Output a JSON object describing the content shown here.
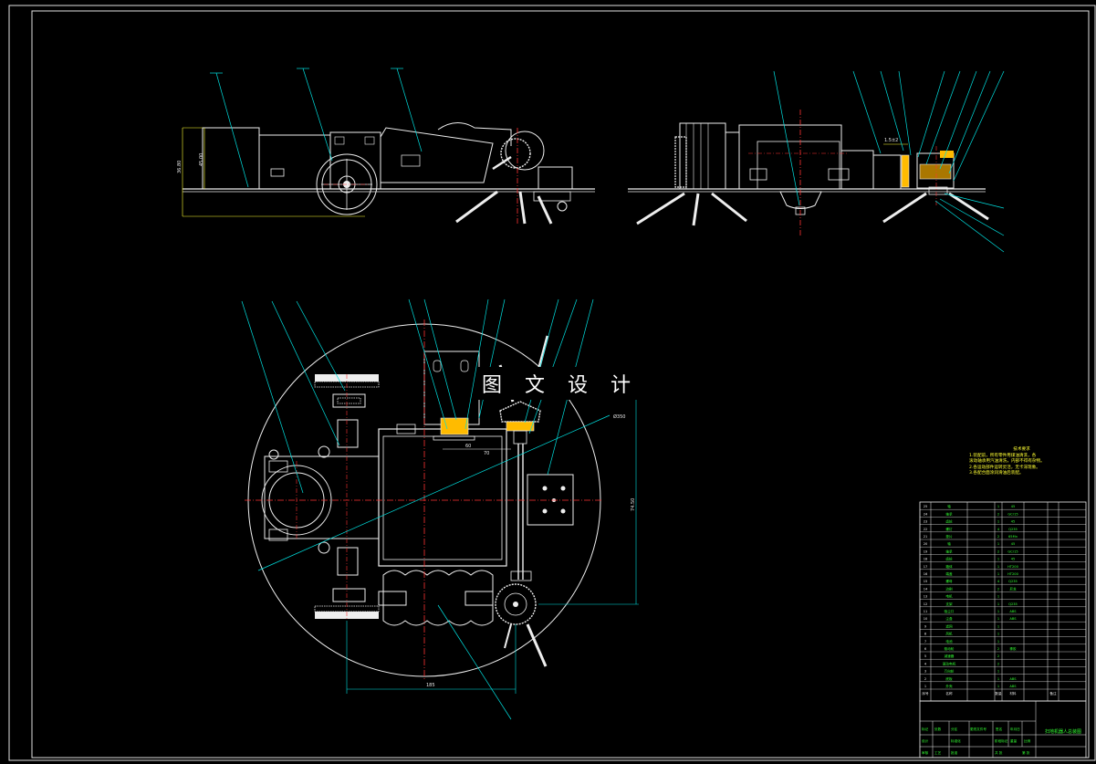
{
  "watermark": "图 文 设 计",
  "tech_notes": {
    "title": "技术要求",
    "lines": [
      "1.装配前，所有零件用煤油清洗，各",
      "滚动轴承用汽油清洗，内部不得有杂物。",
      "2.各运动部件运转灵活，无卡滞现象。",
      "3.各配合面涂润滑油后装配。"
    ]
  },
  "dimensions": {
    "side_height_1": "36.80",
    "side_height_2": "45.00",
    "side_offset": "1.5±2",
    "plan_diameter": "Ø350",
    "plan_width": "185",
    "plan_height": "74.50",
    "gear_dim_1": "60",
    "gear_dim_2": "70"
  },
  "title_block": {
    "drawing_name": "扫地机器人总装图",
    "cells": [
      "标记",
      "处数",
      "分区",
      "更改文件号",
      "签名",
      "年月日",
      "设计",
      "标准化",
      "阶段标记",
      "重量",
      "比例",
      "审核",
      "工艺",
      "批准",
      "共 张",
      "第 张"
    ]
  },
  "bom": {
    "rows": [
      [
        "25",
        "轴",
        "1",
        "45"
      ],
      [
        "24",
        "轴承",
        "2",
        "GCr15"
      ],
      [
        "23",
        "齿轮",
        "1",
        "45"
      ],
      [
        "22",
        "螺钉",
        "4",
        "Q235"
      ],
      [
        "21",
        "垫片",
        "2",
        "65Mn"
      ],
      [
        "20",
        "轴",
        "1",
        "45"
      ],
      [
        "19",
        "轴承",
        "2",
        "GCr15"
      ],
      [
        "18",
        "齿轮",
        "1",
        "45"
      ],
      [
        "17",
        "箱体",
        "1",
        "HT200"
      ],
      [
        "16",
        "端盖",
        "1",
        "HT200"
      ],
      [
        "15",
        "螺母",
        "4",
        "Q235"
      ],
      [
        "14",
        "边刷",
        "2",
        "尼龙"
      ],
      [
        "13",
        "电机",
        "1",
        ""
      ],
      [
        "12",
        "支架",
        "1",
        "Q235"
      ],
      [
        "11",
        "吸尘口",
        "1",
        "ABS"
      ],
      [
        "10",
        "尘盒",
        "1",
        "ABS"
      ],
      [
        "9",
        "滤网",
        "1",
        ""
      ],
      [
        "8",
        "风机",
        "1",
        ""
      ],
      [
        "7",
        "电池",
        "1",
        ""
      ],
      [
        "6",
        "驱动轮",
        "2",
        "橡胶"
      ],
      [
        "5",
        "减速器",
        "2",
        ""
      ],
      [
        "4",
        "驱动电机",
        "2",
        ""
      ],
      [
        "3",
        "万向轮",
        "1",
        ""
      ],
      [
        "2",
        "底板",
        "1",
        "ABS"
      ],
      [
        "1",
        "外壳",
        "1",
        "ABS"
      ]
    ],
    "header": [
      "序号",
      "名称",
      "数量",
      "材料",
      "备注"
    ]
  }
}
